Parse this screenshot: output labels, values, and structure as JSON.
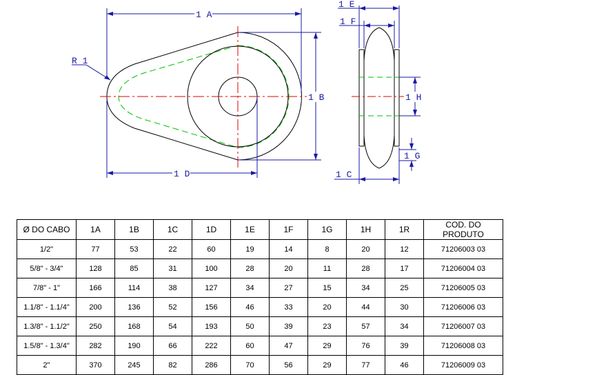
{
  "drawing": {
    "labels": {
      "r1": "R 1",
      "a": "1 A",
      "b": "1 B",
      "d": "1 D",
      "e": "1 E",
      "f": "1 F",
      "h": "1 H",
      "g": "1 G",
      "c": "1 C"
    },
    "colors": {
      "outline": "#000000",
      "dimension": "#1a1aa6",
      "centerline": "#e00000",
      "hidden_line": "#00c000"
    }
  },
  "table": {
    "headers": [
      "Ø DO CABO",
      "1A",
      "1B",
      "1C",
      "1D",
      "1E",
      "1F",
      "1G",
      "1H",
      "1R",
      "COD. DO PRODUTO"
    ],
    "rows": [
      [
        "1/2\"",
        "77",
        "53",
        "22",
        "60",
        "19",
        "14",
        "8",
        "20",
        "12",
        "71206003 03"
      ],
      [
        "5/8\" - 3/4\"",
        "128",
        "85",
        "31",
        "100",
        "28",
        "20",
        "11",
        "28",
        "17",
        "71206004 03"
      ],
      [
        "7/8\" - 1\"",
        "166",
        "114",
        "38",
        "127",
        "34",
        "27",
        "15",
        "34",
        "25",
        "71206005 03"
      ],
      [
        "1.1/8\" - 1.1/4\"",
        "200",
        "136",
        "52",
        "156",
        "46",
        "33",
        "20",
        "44",
        "30",
        "71206006 03"
      ],
      [
        "1.3/8\" - 1.1/2\"",
        "250",
        "168",
        "54",
        "193",
        "50",
        "39",
        "23",
        "57",
        "34",
        "71206007 03"
      ],
      [
        "1.5/8\" - 1.3/4\"",
        "282",
        "190",
        "66",
        "222",
        "60",
        "47",
        "29",
        "76",
        "39",
        "71206008 03"
      ],
      [
        "2\"",
        "370",
        "245",
        "82",
        "286",
        "70",
        "56",
        "29",
        "77",
        "46",
        "71206009 03"
      ]
    ]
  }
}
